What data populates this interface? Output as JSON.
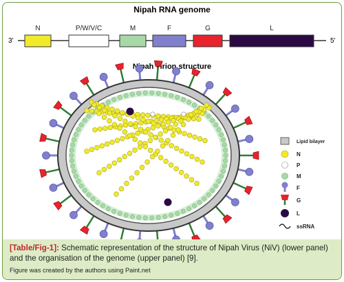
{
  "genome": {
    "title": "Nipah RNA genome",
    "end_left": "3'",
    "end_right": "5'",
    "genes": [
      {
        "label": "N",
        "color": "#f1ea2a"
      },
      {
        "label": "P/W/V/C",
        "color": "#ffffff"
      },
      {
        "label": "M",
        "color": "#a8d8a8"
      },
      {
        "label": "F",
        "color": "#8080cc"
      },
      {
        "label": "G",
        "color": "#e8232e"
      },
      {
        "label": "L",
        "color": "#2b0a44"
      }
    ]
  },
  "virion": {
    "title": "Nipah virion structure"
  },
  "legend": {
    "items": [
      {
        "label": "Lipid bilayer"
      },
      {
        "label": "N"
      },
      {
        "label": "P"
      },
      {
        "label": "M"
      },
      {
        "label": "F"
      },
      {
        "label": "G"
      },
      {
        "label": "L"
      },
      {
        "label": "ssRNA"
      }
    ]
  },
  "caption": {
    "label": "[Table/Fig-1]:",
    "text": " Schematic representation of the structure of Nipah Virus (NiV) (lower panel) and the organisation of the genome (upper panel) [9].",
    "credit": "Figure was created by the authors using Paint.net"
  },
  "colors": {
    "frame_border": "#6c9b3f",
    "caption_bg": "#ddecc6",
    "caption_label": "#c0272d",
    "nucleocapsid": "#f1ea2a",
    "matrix": "#a8d8a8",
    "fusion": "#8080cc",
    "glycoprotein": "#e8232e",
    "polymerase": "#2b0a44",
    "envelope": "#c8c8c8"
  }
}
